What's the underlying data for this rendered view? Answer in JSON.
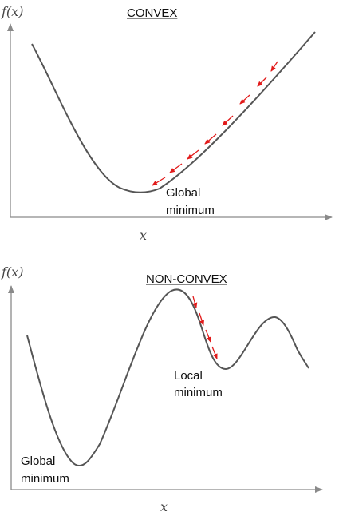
{
  "convex": {
    "title": "CONVEX",
    "y_axis_label": "f(x)",
    "x_axis_label": "x",
    "annotation_line1": "Global",
    "annotation_line2": "minimum"
  },
  "nonconvex": {
    "title": "NON-CONVEX",
    "y_axis_label": "f(x)",
    "x_axis_label": "x",
    "local_line1": "Local",
    "local_line2": "minimum",
    "global_line1": "Global",
    "global_line2": "minimum"
  },
  "colors": {
    "curve": "#555555",
    "axis": "#8a8a8a",
    "gradient_arrows": "#e21a1a"
  }
}
